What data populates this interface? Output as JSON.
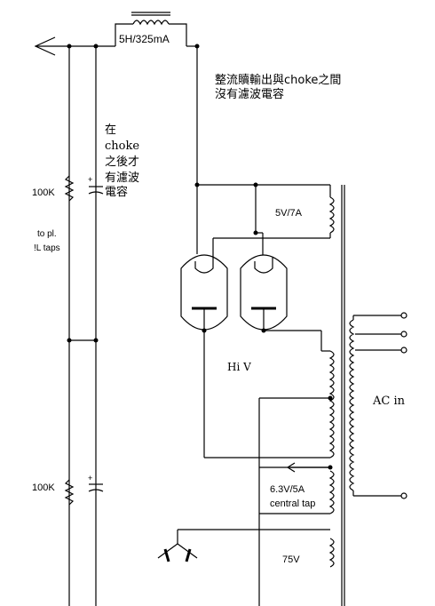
{
  "labels": {
    "choke": "5H/325mA",
    "note_top_line1": "整流贖輸出與choke之間",
    "note_top_line2": "沒有濾波電容",
    "note_left_line1": "在",
    "note_left_line2": "choke",
    "note_left_line3": "之後才",
    "note_left_line4": "有濾波",
    "note_left_line5": "電容",
    "resistor_top": "100K",
    "resistor_bottom": "100K",
    "to_pl_line1": "to pl.",
    "to_pl_line2": "!L taps",
    "heater_5v": "5V/7A",
    "hiv": "Hi V",
    "ac_in": "AC in",
    "heater_63_line1": "6.3V/5A",
    "heater_63_line2": "central tap",
    "heater_75": "75V"
  },
  "colors": {
    "ink": "#000000",
    "background": "#ffffff"
  }
}
